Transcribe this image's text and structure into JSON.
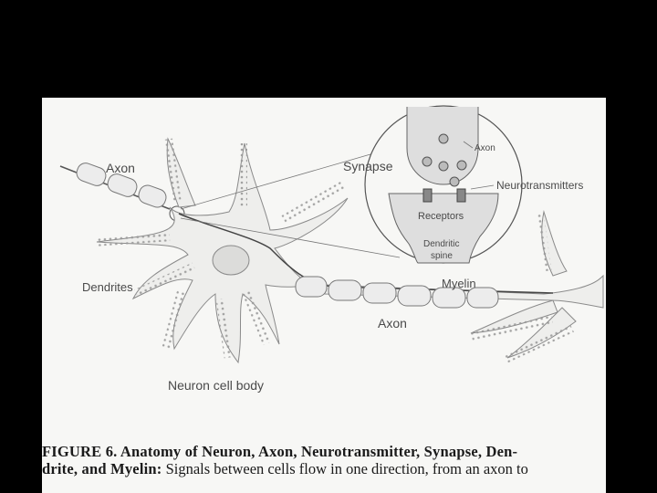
{
  "figure": {
    "labels": {
      "axon_left": "Axon",
      "synapse": "Synapse",
      "axon_inset": "Axon",
      "neurotransmitters": "Neurotransmitters",
      "receptors": "Receptors",
      "dendritic_spine_line1": "Dendritic",
      "dendritic_spine_line2": "spine",
      "dendrites": "Dendrites",
      "myelin": "Myelin",
      "axon_bottom": "Axon",
      "neuron_cell_body": "Neuron cell body"
    },
    "caption": {
      "bold_part": "FIGURE 6. Anatomy of Neuron, Axon, Neurotransmitter, Synapse, Den-",
      "line2_bold": "drite, and Myelin:",
      "line2_rest": " Signals between cells flow in one direction, from an axon to"
    }
  }
}
